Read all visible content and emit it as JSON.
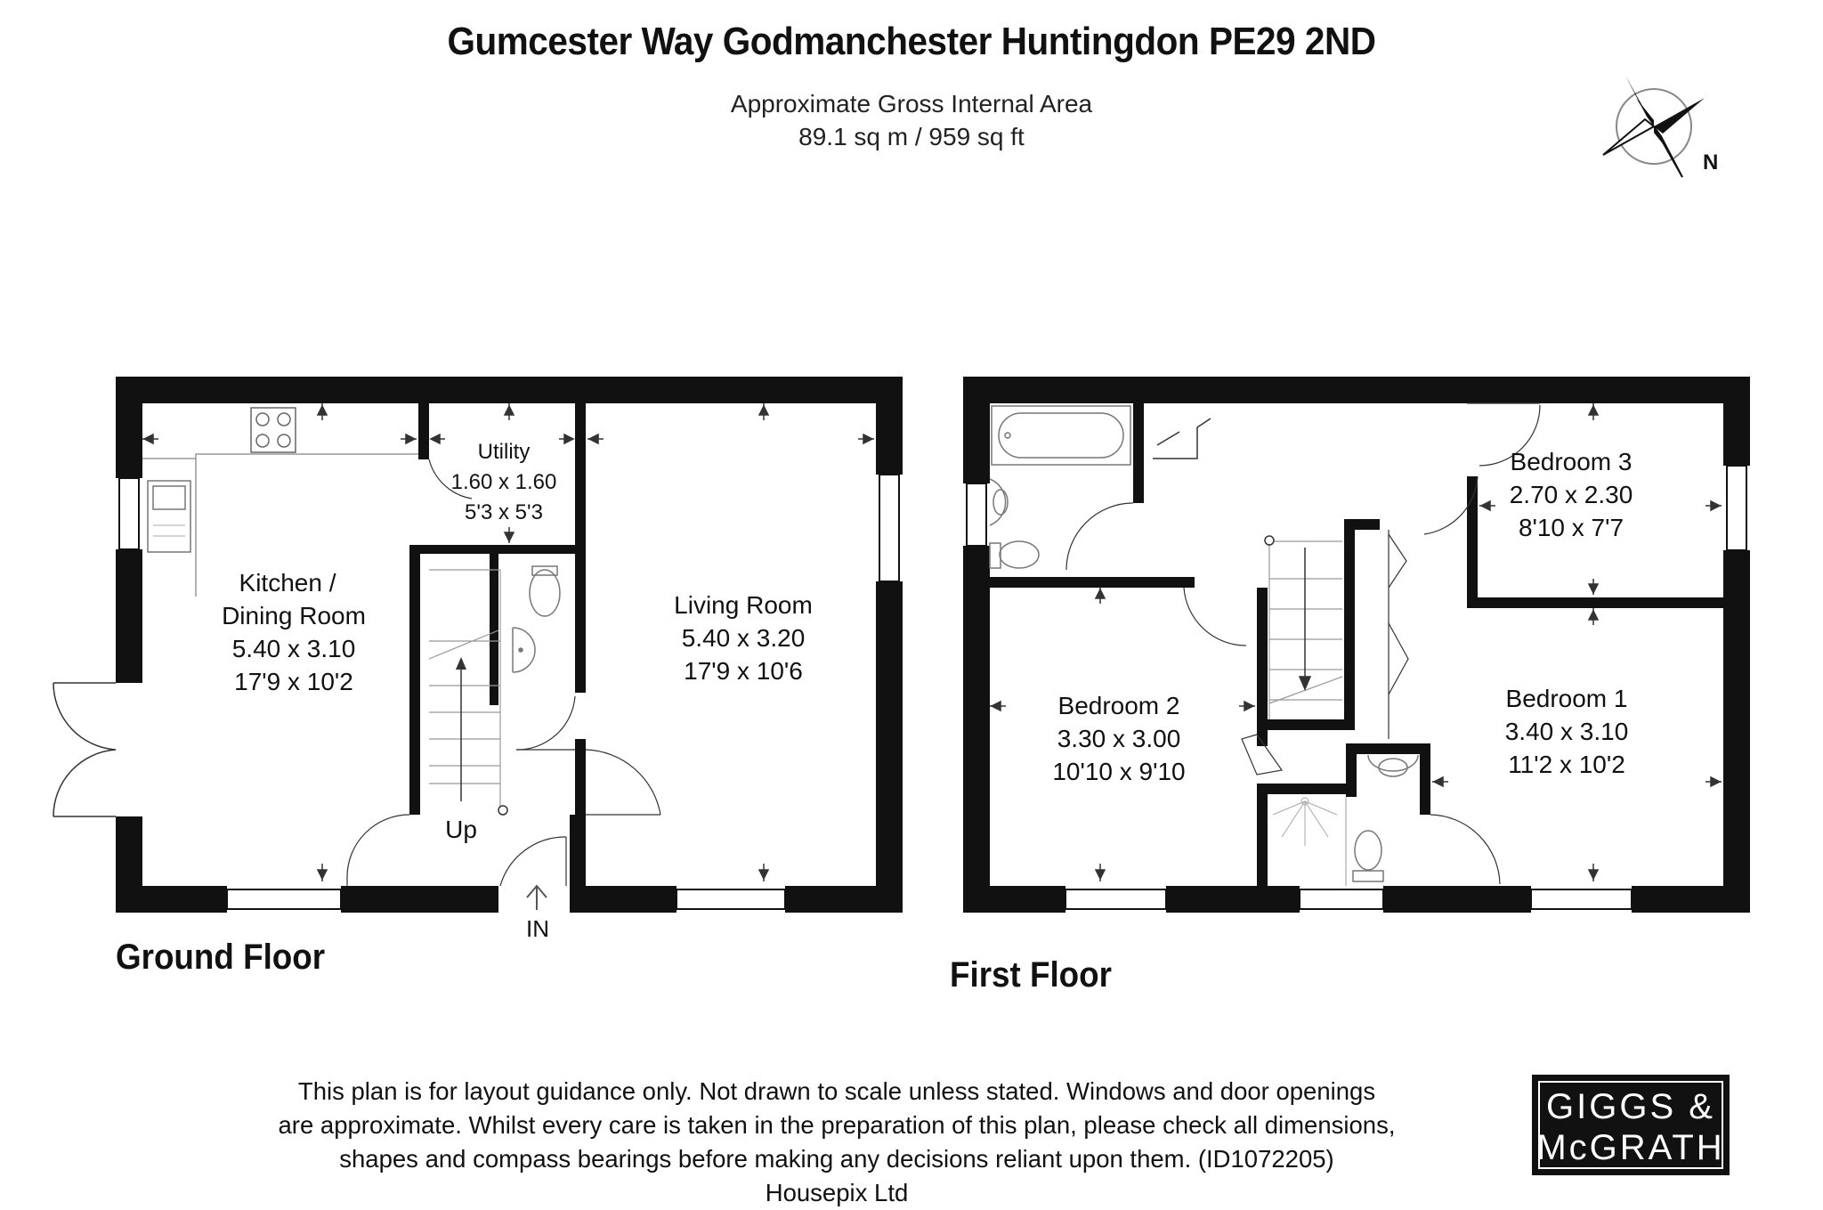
{
  "header": {
    "title": "Gumcester Way Godmanchester Huntingdon PE29 2ND",
    "area_label": "Approximate Gross Internal Area",
    "area_value": "89.1 sq m / 959 sq ft"
  },
  "compass": {
    "label": "N"
  },
  "ground_floor": {
    "label": "Ground Floor",
    "kitchen": {
      "name_line1": "Kitchen /",
      "name_line2": "Dining Room",
      "metric": "5.40 x 3.10",
      "imperial": "17'9 x 10'2"
    },
    "utility": {
      "name": "Utility",
      "metric": "1.60 x 1.60",
      "imperial": "5'3 x 5'3"
    },
    "living": {
      "name": "Living Room",
      "metric": "5.40 x 3.20",
      "imperial": "17'9 x 10'6"
    },
    "stairs_label": "Up",
    "entrance_label": "IN"
  },
  "first_floor": {
    "label": "First Floor",
    "bedroom1": {
      "name": "Bedroom 1",
      "metric": "3.40 x 3.10",
      "imperial": "11'2 x 10'2"
    },
    "bedroom2": {
      "name": "Bedroom 2",
      "metric": "3.30 x 3.00",
      "imperial": "10'10 x 9'10"
    },
    "bedroom3": {
      "name": "Bedroom 3",
      "metric": "2.70 x 2.30",
      "imperial": "8'10 x 7'7"
    }
  },
  "disclaimer": {
    "line1": "This plan is for layout guidance only. Not drawn to scale unless stated. Windows and door openings",
    "line2": "are approximate. Whilst every care is taken in the preparation of this plan, please check all dimensions,",
    "line3": "shapes and compass bearings before making any decisions reliant upon them. (ID1072205)",
    "line4": "Housepix Ltd"
  },
  "logo": {
    "line1": "GIGGS &",
    "line2": "McGRATH"
  }
}
